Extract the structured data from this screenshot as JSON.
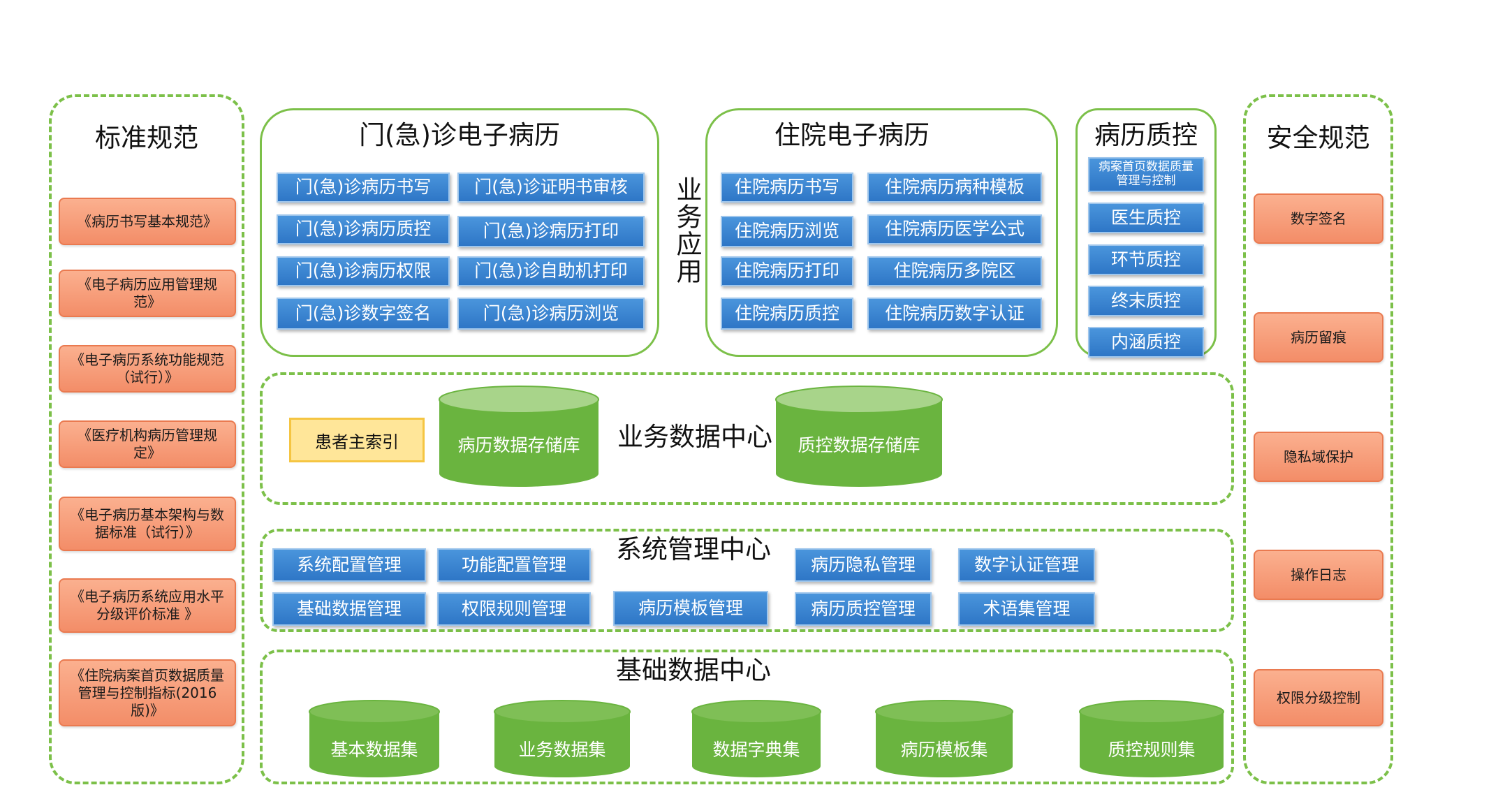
{
  "left_panel": {
    "title": "标准规范",
    "items": [
      "《病历书写基本规范》",
      "《电子病历应用管理规范》",
      "《电子病历系统功能规范（试行）》",
      "《医疗机构病历管理规定》",
      "《电子病历基本架构与数据标准（试行）》",
      "《电子病历系统应用水平分级评价标准 》",
      "《住院病案首页数据质量管理与控制指标(2016版)》"
    ]
  },
  "right_panel": {
    "title": "安全规范",
    "items": [
      "数字签名",
      "病历留痕",
      "隐私域保护",
      "操作日志",
      "权限分级控制"
    ]
  },
  "business_label": "业务应用",
  "outpatient": {
    "title": "门(急)诊电子病历",
    "items": [
      "门(急)诊病历书写",
      "门(急)诊证明书审核",
      "门(急)诊病历质控",
      "门(急)诊病历打印",
      "门(急)诊病历权限",
      "门(急)诊自助机打印",
      "门(急)诊数字签名",
      "门(急)诊病历浏览"
    ]
  },
  "inpatient": {
    "title": "住院电子病历",
    "items": [
      "住院病历书写",
      "住院病历病种模板",
      "住院病历浏览",
      "住院病历医学公式",
      "住院病历打印",
      "住院病历多院区",
      "住院病历质控",
      "住院病历数字认证"
    ]
  },
  "qc": {
    "title": "病历质控",
    "items": [
      "病案首页数据质量管理与控制",
      "医生质控",
      "环节质控",
      "终末质控",
      "内涵质控"
    ]
  },
  "business_data_center": {
    "title": "业务数据中心",
    "patient_index": "患者主索引",
    "stores": [
      "病历数据存储库",
      "质控数据存储库"
    ]
  },
  "system_center": {
    "title": "系统管理中心",
    "items": [
      "系统配置管理",
      "功能配置管理",
      "病历隐私管理",
      "数字认证管理",
      "基础数据管理",
      "权限规则管理",
      "病历模板管理",
      "病历质控管理",
      "术语集管理"
    ]
  },
  "base_center": {
    "title": "基础数据中心",
    "sets": [
      "基本数据集",
      "业务数据集",
      "数据字典集",
      "病历模板集",
      "质控规则集"
    ]
  },
  "colors": {
    "dash_green": "#7cc049",
    "box_blue": "#3683d1",
    "box_orange": "#f7a07c",
    "cylinder_green": "#6ab43f",
    "index_yellow": "#ffe699"
  }
}
